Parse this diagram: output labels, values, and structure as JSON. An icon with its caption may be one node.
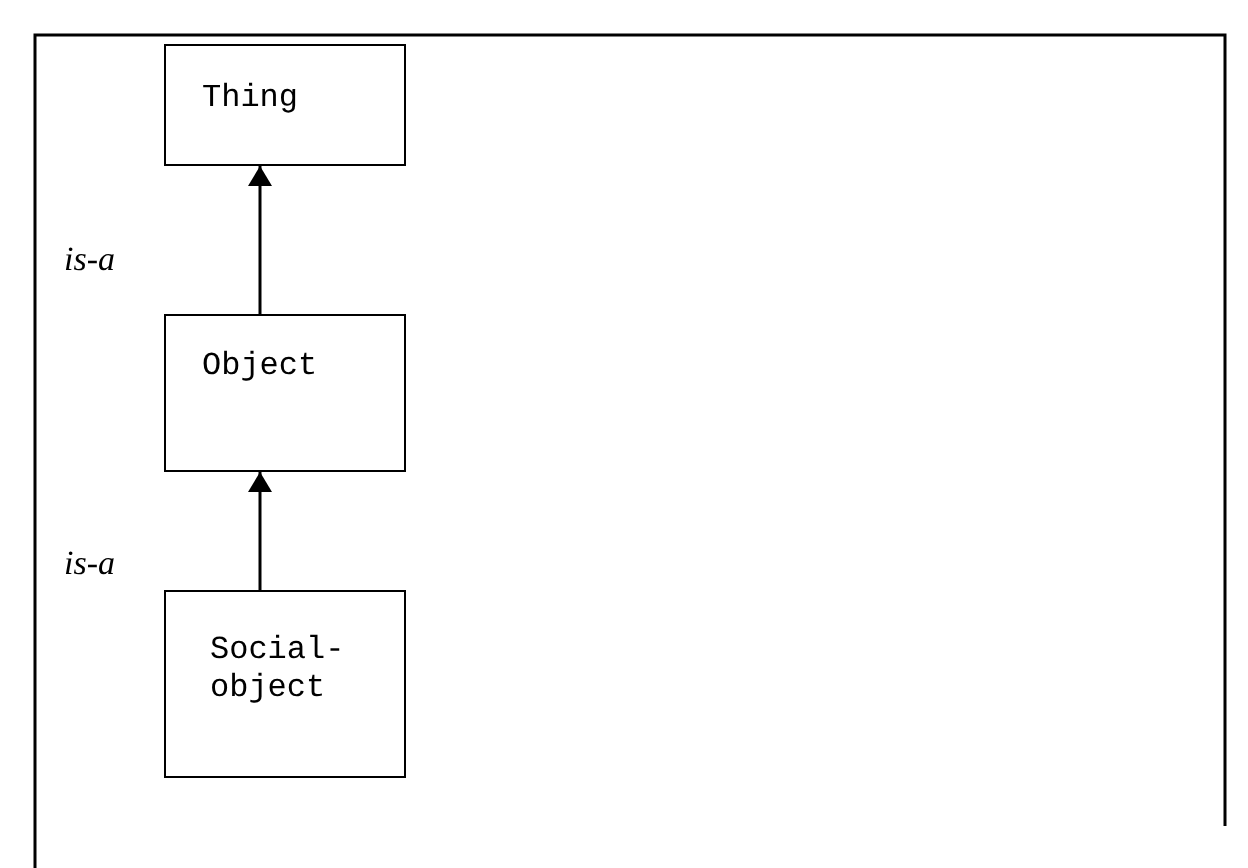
{
  "diagram": {
    "nodes": [
      {
        "text": [
          "Thing"
        ]
      },
      {
        "text": [
          "Object"
        ]
      },
      {
        "text": [
          "Social- object"
        ]
      }
    ],
    "edges": [
      {
        "from": 1,
        "to": 0,
        "arrow": "to",
        "label": "is-a"
      },
      {
        "from": 2,
        "to": 1,
        "arrow": "to",
        "label": "is-a"
      }
    ]
  }
}
